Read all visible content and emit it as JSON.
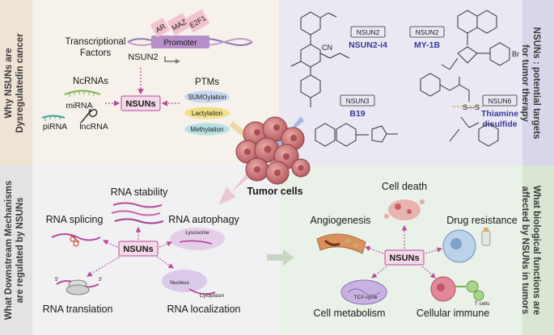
{
  "side_labels": {
    "left_top": [
      "Why NSUNs are",
      "Dysregulatedin cancer"
    ],
    "left_bottom": [
      "What Downstream Mechanisms",
      "are regulated by NSUNs"
    ],
    "right_top": [
      "NSUNs : potential targets",
      "for tumor therapy"
    ],
    "right_bottom": [
      "What biological functions are",
      "affected by NSUNs in tumors"
    ]
  },
  "dysregulation": {
    "tf_label": [
      "Transcriptional",
      "Factors"
    ],
    "factors": [
      "AR",
      "MAZ",
      "E2F1"
    ],
    "promoter": "Promoter",
    "gene": "NSUN2",
    "ncrnas": "NcRNAs",
    "mirna": "miRNA",
    "pirna": "piRNA",
    "lncrna": "lncRNA",
    "center": "NSUNs",
    "ptms": "PTMs",
    "ptm_items": [
      "SUMOylation",
      "Lactylation",
      "Methylation"
    ]
  },
  "inhibitors": {
    "d1": {
      "target": "NSUN2",
      "name": "NSUN2-i4"
    },
    "d2": {
      "target": "NSUN2",
      "name": "MY-1B"
    },
    "d3": {
      "target": "NSUN3",
      "name": "B19"
    },
    "d4": {
      "target": "NSUN6",
      "name": [
        "Thiamine",
        "disulfide"
      ]
    }
  },
  "tumor": {
    "label": "Tumor cells"
  },
  "mechanisms": {
    "center": "NSUNs",
    "items": [
      "RNA stability",
      "RNA splicing",
      "RNA autophagy",
      "RNA translation",
      "RNA localization"
    ],
    "lysosome": "Lysosome",
    "nucleus": "Nucleus",
    "cytoplasm": "Cytoplasm",
    "utr5": "5'",
    "utr3": "3'"
  },
  "functions": {
    "center": "NSUNs",
    "items": [
      "Cell death",
      "Angiogenesis",
      "Drug resistance",
      "Cell metabolism",
      "Cellular immune"
    ],
    "tca": "TCA cycle",
    "tcells": "T cells"
  },
  "colors": {
    "q1_bg": "#f6f1ea",
    "q2_bg": "#e9e8f3",
    "q3_bg": "#f1f0f2",
    "q4_bg": "#eaf1e8",
    "accent_purple": "#b54d9b",
    "nsun_box": "#f4d9e8"
  }
}
